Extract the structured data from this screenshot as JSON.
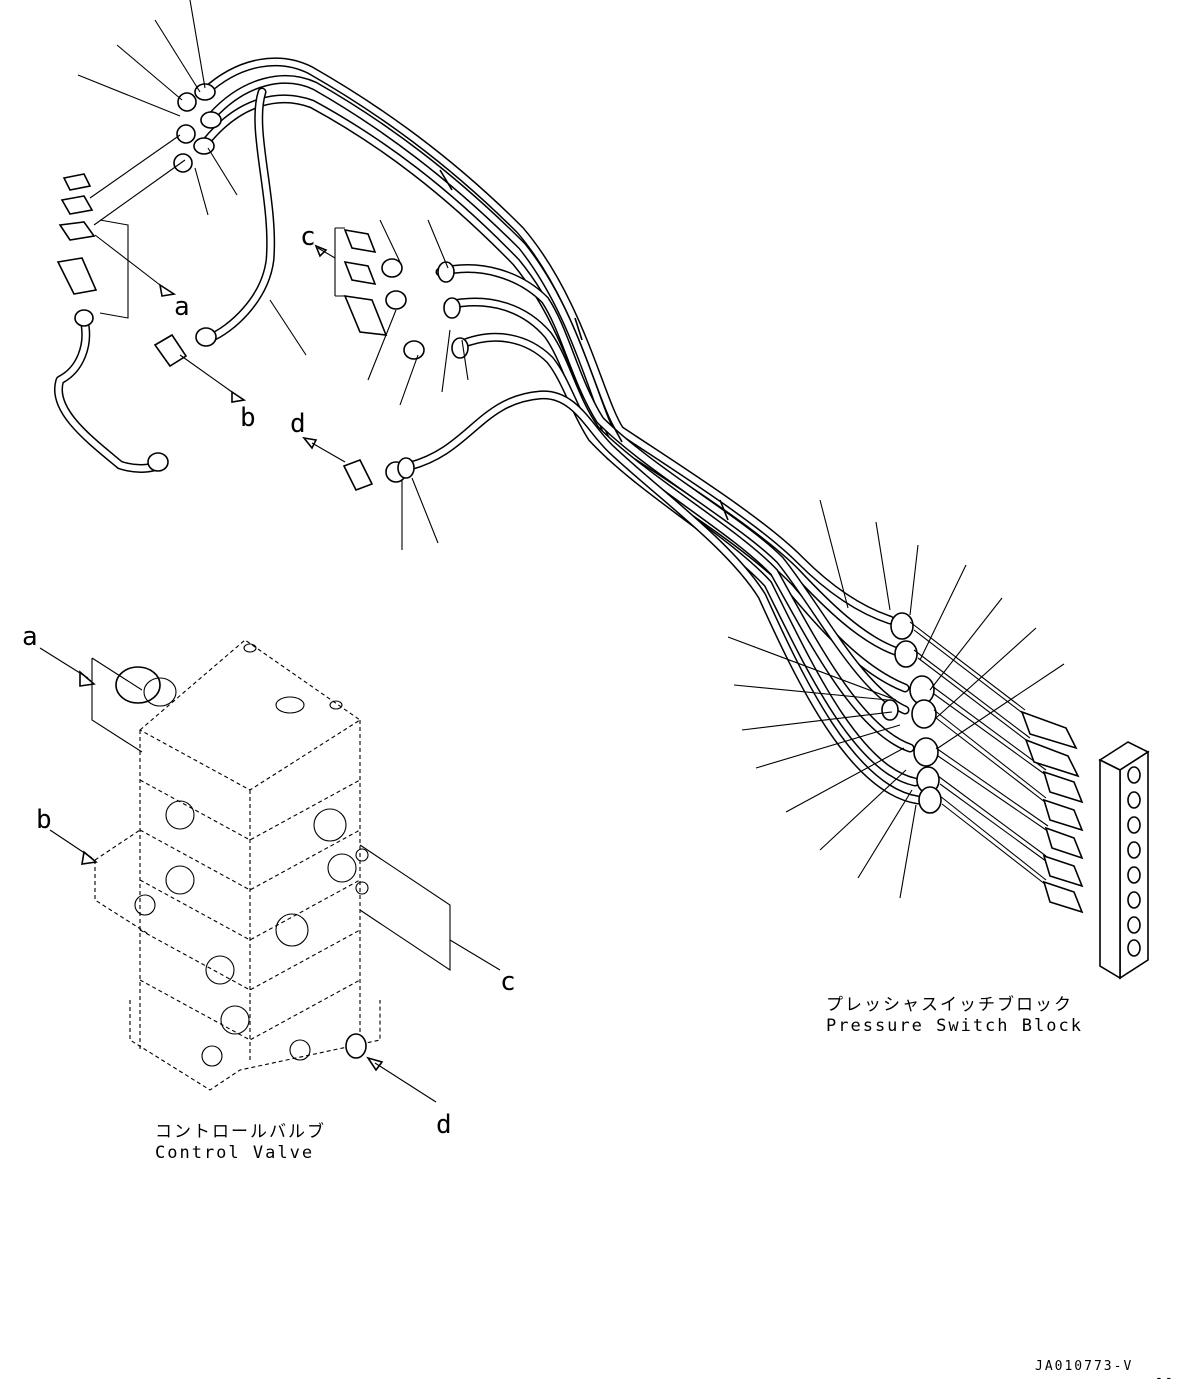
{
  "labels": {
    "ref_a_top": "a",
    "ref_b_top": "b",
    "ref_c_top": "c",
    "ref_d_top": "d",
    "ref_a_valve": "a",
    "ref_b_valve": "b",
    "ref_c_valve": "c",
    "ref_d_valve": "d"
  },
  "captions": {
    "control_valve_jp": "コントロールバルブ",
    "control_valve_en": "Control Valve",
    "pressure_block_jp": "プレッシャスイッチブロック",
    "pressure_block_en": "Pressure Switch Block"
  },
  "drawing_code": "JA010773-V",
  "corner_mark": "‐‐"
}
